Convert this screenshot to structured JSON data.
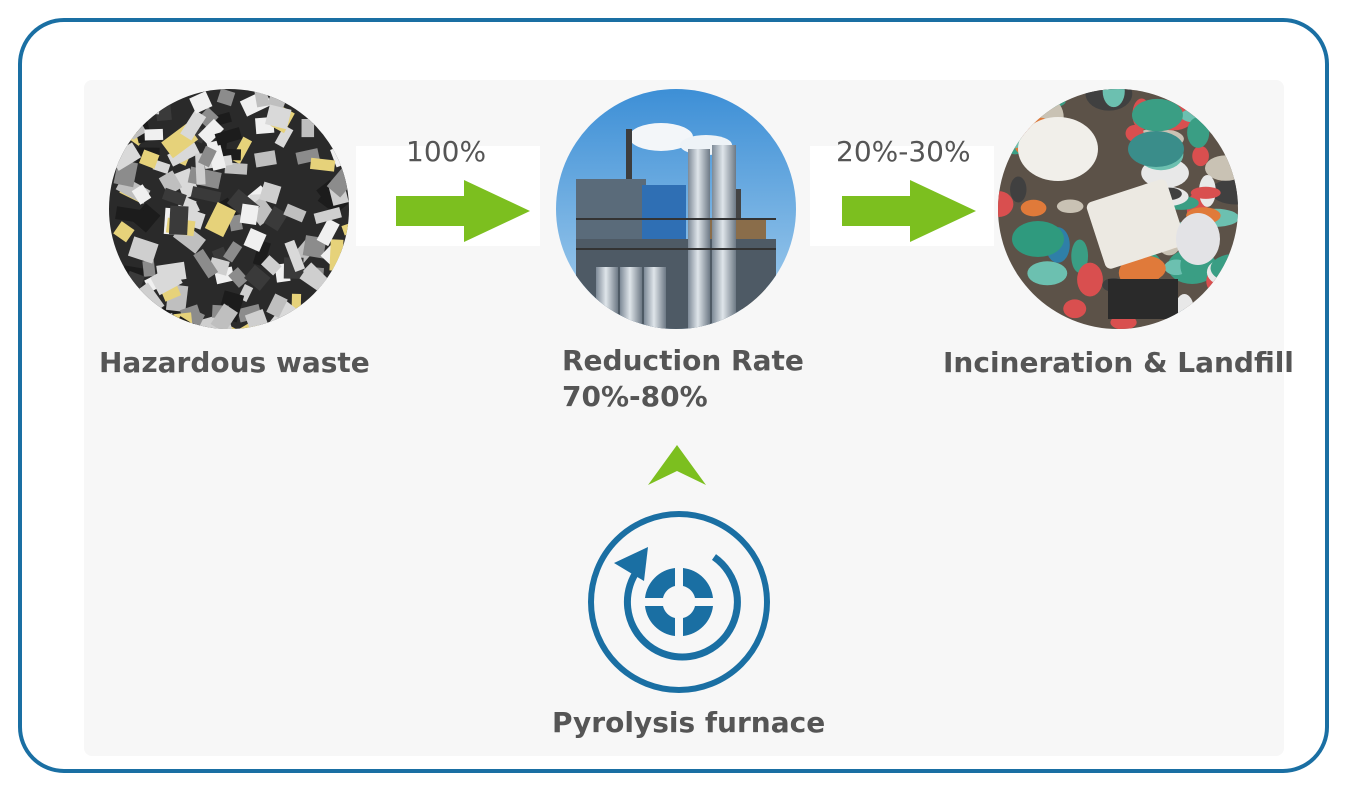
{
  "stages": {
    "hazardous": {
      "label": "Hazardous waste",
      "icon": "battery-waste-image"
    },
    "reduction": {
      "label_line1": "Reduction Rate",
      "label_line2": "70%-80%",
      "icon": "refinery-image"
    },
    "incineration": {
      "label": "Incineration & Landfill",
      "icon": "plastic-waste-image"
    }
  },
  "flows": {
    "first": {
      "value": "100%"
    },
    "second": {
      "value": "20%-30%"
    }
  },
  "furnace": {
    "label": "Pyrolysis furnace",
    "icon": "pyrolysis-cycle-icon"
  },
  "colors": {
    "frame": "#1a6fa3",
    "arrow": "#7cbf1f",
    "text": "#555555",
    "icon": "#1a6fa3"
  }
}
